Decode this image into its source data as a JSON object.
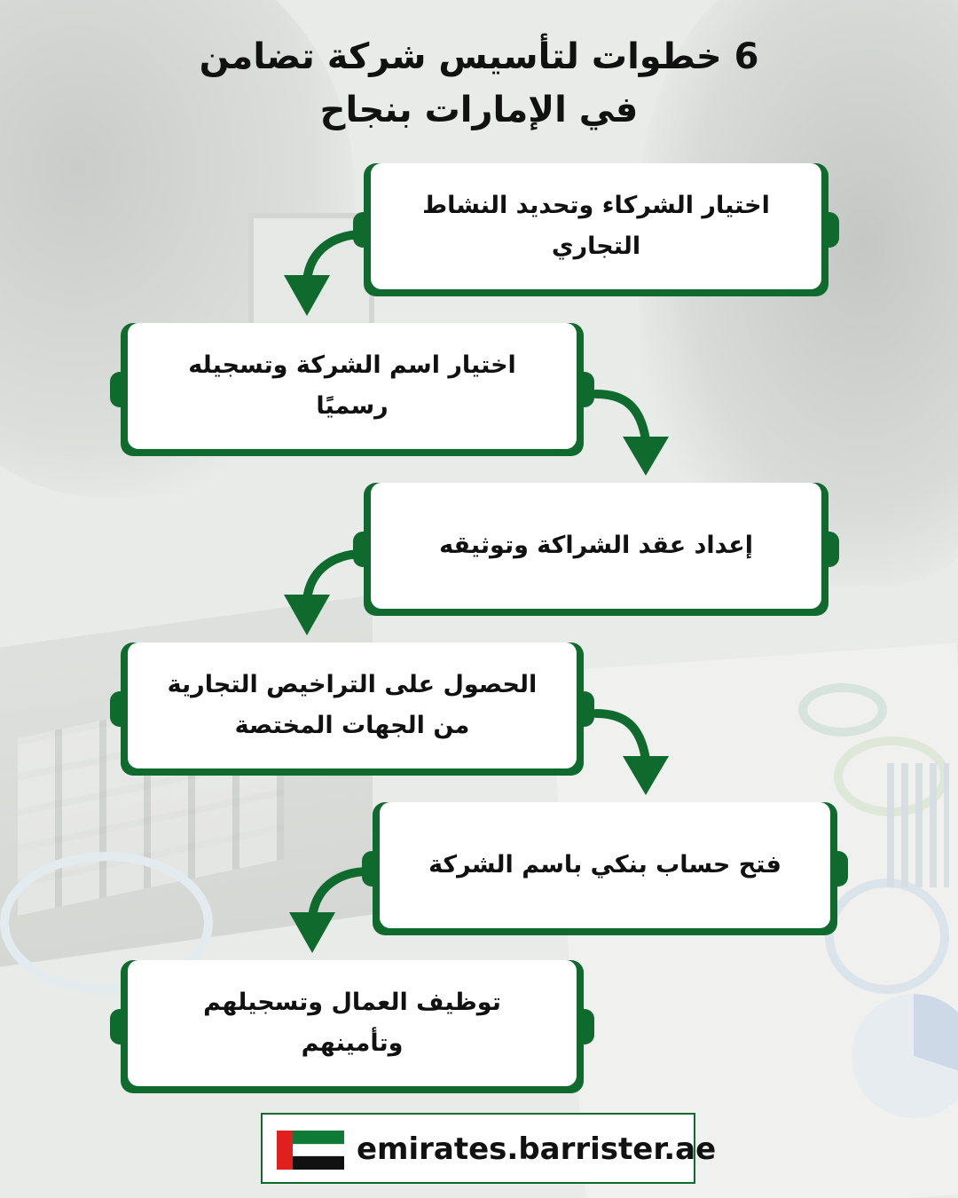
{
  "title": {
    "line1": "6 خطوات لتأسيس شركة تضامن",
    "line2": "في الإمارات بنجاح"
  },
  "steps": [
    {
      "line1": "اختيار الشركاء وتحديد النشاط",
      "line2": "التجاري"
    },
    {
      "line1": "اختيار اسم الشركة وتسجيله",
      "line2": "رسميًا"
    },
    {
      "line1": "إعداد عقد الشراكة وتوثيقه",
      "line2": ""
    },
    {
      "line1": "الحصول على التراخيص التجارية",
      "line2": "من الجهات المختصة"
    },
    {
      "line1": "فتح حساب بنكي باسم الشركة",
      "line2": ""
    },
    {
      "line1": "توظيف العمال وتسجيلهم",
      "line2": "وتأمينهم"
    }
  ],
  "footer": {
    "website": "emirates.barrister.ae",
    "flag_icon": "uae-flag-icon"
  },
  "colors": {
    "accent_green": "#0e6a2d",
    "flag_red": "#e0201c",
    "flag_green": "#0f7a35",
    "flag_black": "#111111"
  }
}
